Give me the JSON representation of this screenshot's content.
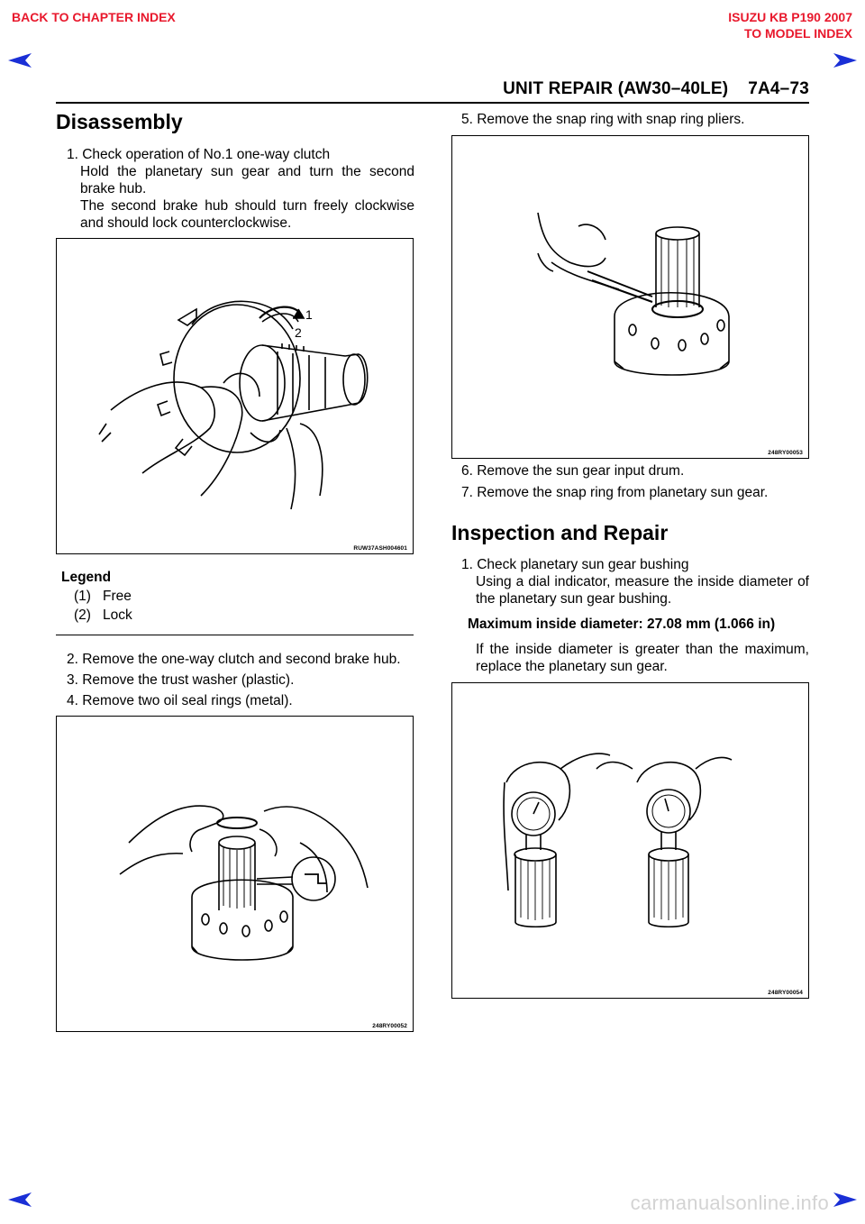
{
  "nav": {
    "back_chapter": "BACK TO CHAPTER INDEX",
    "model_line1": "ISUZU KB P190 2007",
    "model_line2": "TO MODEL INDEX",
    "accent_color": "#e8182c",
    "arrow_color": "#1a2fd6"
  },
  "header": {
    "title": "UNIT REPAIR (AW30–40LE)    7A4–73"
  },
  "left": {
    "heading": "Disassembly",
    "step1_title": "1. Check operation of No.1 one-way clutch",
    "step1_body_a": "Hold  the  planetary  sun  gear  and  turn  the  second brake hub.",
    "step1_body_b": "The second brake hub should turn freely clockwise and should lock counterclockwise.",
    "fig1_id": "RUW37ASH004601",
    "fig1_callout_1": "1",
    "fig1_callout_2": "2",
    "legend_title": "Legend",
    "legend_items": [
      {
        "num": "(1)",
        "label": "Free"
      },
      {
        "num": "(2)",
        "label": "Lock"
      }
    ],
    "step2": "2. Remove the one-way clutch and second brake hub.",
    "step3": "3. Remove the trust washer (plastic).",
    "step4": "4. Remove two oil seal rings (metal).",
    "fig2_id": "248RY00052"
  },
  "right": {
    "step5": "5. Remove the snap ring with snap ring pliers.",
    "fig3_id": "248RY00053",
    "step6": "6. Remove the sun gear input drum.",
    "step7": "7. Remove the snap ring from planetary sun gear.",
    "heading": "Inspection and Repair",
    "insp1_title": "1. Check planetary sun gear bushing",
    "insp1_body": "Using a dial indicator, measure the inside diameter of the planetary sun gear bushing.",
    "spec": "Maximum inside diameter: 27.08 mm (1.066 in)",
    "insp1_note": "If the inside diameter is greater than the maximum, replace the planetary sun gear.",
    "fig4_id": "248RY00054"
  },
  "footer": {
    "watermark": "carmanualsonline.info"
  }
}
